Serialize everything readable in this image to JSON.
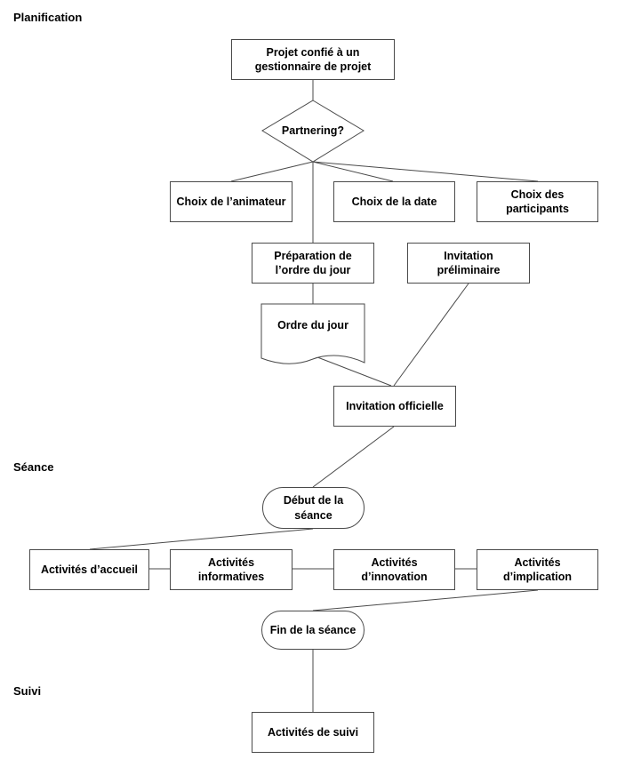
{
  "sections": {
    "planification": "Planification",
    "seance": "Séance",
    "suivi": "Suivi"
  },
  "nodes": {
    "projet_confie": "Projet confié à un\ngestionnaire de projet",
    "partnering": "Partnering?",
    "choix_animateur": "Choix de l’animateur",
    "choix_date": "Choix de la date",
    "choix_participants": "Choix des\nparticipants",
    "preparation_ordre": "Préparation de\nl’ordre du jour",
    "invitation_preliminaire": "Invitation\npréliminaire",
    "ordre_du_jour": "Ordre du jour",
    "invitation_officielle": "Invitation officielle",
    "debut_seance": "Début de la\nséance",
    "activites_accueil": "Activités d’accueil",
    "activites_informatives": "Activités\ninformatives",
    "activites_innovation": "Activités\nd’innovation",
    "activites_implication": "Activités\nd’implication",
    "fin_seance": "Fin de la séance",
    "activites_suivi": "Activités de suivi"
  },
  "colors": {
    "stroke": "#4a4a4a",
    "fill": "#ffffff",
    "text": "#000000"
  }
}
